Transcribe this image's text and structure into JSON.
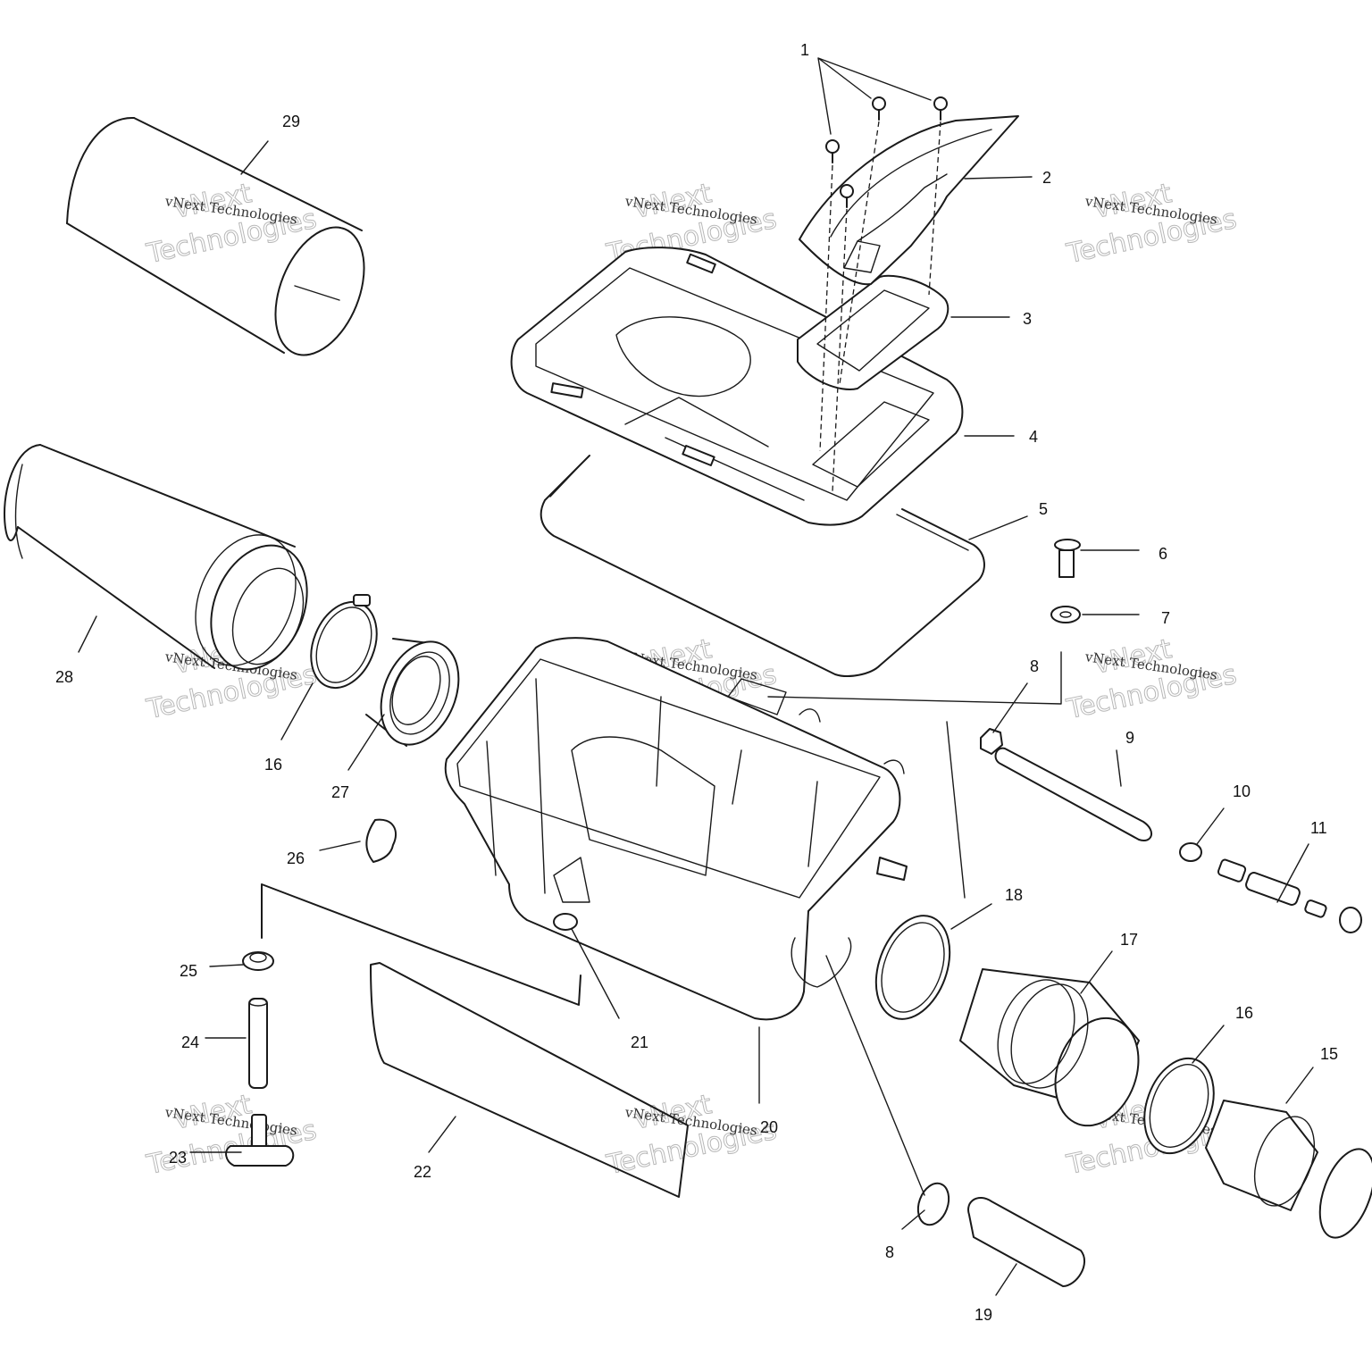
{
  "colors": {
    "line": "#1a1a1a",
    "background": "#ffffff",
    "watermark": "#b8b8b8"
  },
  "watermark": {
    "line1": "vNext Technologies",
    "line2": "vNext",
    "line3": "Technologies"
  },
  "callouts": [
    "1",
    "2",
    "3",
    "4",
    "5",
    "6",
    "7",
    "8",
    "9",
    "10",
    "11",
    "16",
    "28",
    "27",
    "26",
    "25",
    "24",
    "23",
    "22",
    "21",
    "20",
    "18",
    "17",
    "16",
    "15",
    "8",
    "19",
    "29"
  ]
}
